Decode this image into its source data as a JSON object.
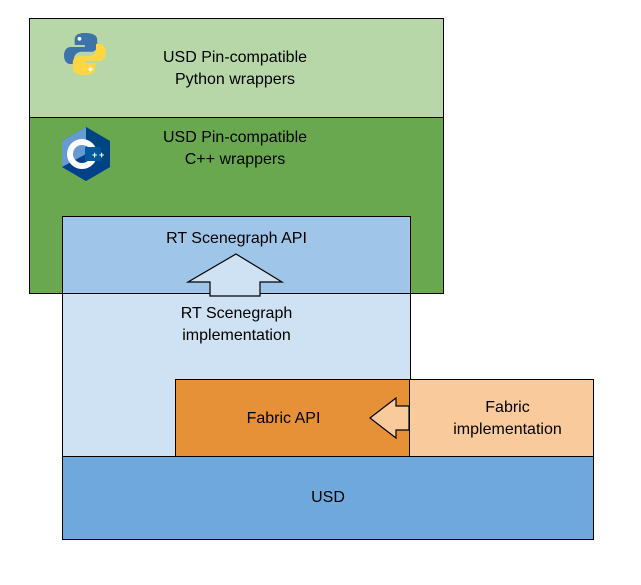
{
  "layers": {
    "python_wrappers": {
      "line1": "USD Pin-compatible",
      "line2": "Python wrappers",
      "color": "#b7d7a8",
      "logo": "python-logo-icon"
    },
    "cpp_wrappers": {
      "line1": "USD Pin-compatible",
      "line2": "C++ wrappers",
      "color": "#6aa84f",
      "logo": "cpp-logo-icon"
    },
    "rt_api": {
      "label": "RT Scenegraph API",
      "color": "#9fc5e8"
    },
    "rt_impl": {
      "line1": "RT Scenegraph",
      "line2": "implementation",
      "color": "#cfe2f3"
    },
    "fabric_api": {
      "label": "Fabric API",
      "color": "#e69138"
    },
    "fabric_impl": {
      "line1": "Fabric",
      "line2": "implementation",
      "color": "#f9cb9c"
    },
    "usd": {
      "label": "USD",
      "color": "#6fa8dc"
    }
  }
}
